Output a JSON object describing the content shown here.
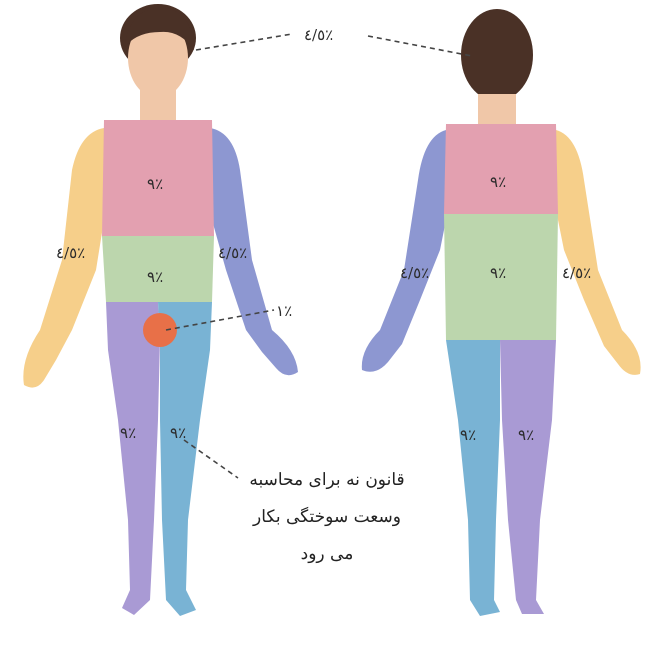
{
  "labels": {
    "head": "٪٤/٥",
    "front_chest": "٪٩",
    "front_abdomen": "٪٩",
    "front_left_arm": "٪٤/٥",
    "front_right_arm": "٪٤/٥",
    "genital": "٪١",
    "front_left_leg": "٪٩",
    "front_right_leg": "٪٩",
    "back_upper": "٪٩",
    "back_lower": "٪٩",
    "back_left_arm": "٪٤/٥",
    "back_right_arm": "٪٤/٥",
    "back_left_leg": "٪٩",
    "back_right_leg": "٪٩"
  },
  "note": {
    "line1": "قانون نه برای محاسبه",
    "line2": "وسعت سوختگی بکار",
    "line3": "می رود"
  },
  "colors": {
    "head_arm_yellow": "#f6cf8a",
    "chest_pink": "#e3a0b0",
    "abdomen_green": "#bcd6ad",
    "arm_blue": "#8d97d1",
    "leg_purple": "#a99ad4",
    "leg_teal": "#79b3d4",
    "hair": "#4a3126",
    "skin": "#f0c7a8",
    "genital_dot": "#e87048"
  }
}
